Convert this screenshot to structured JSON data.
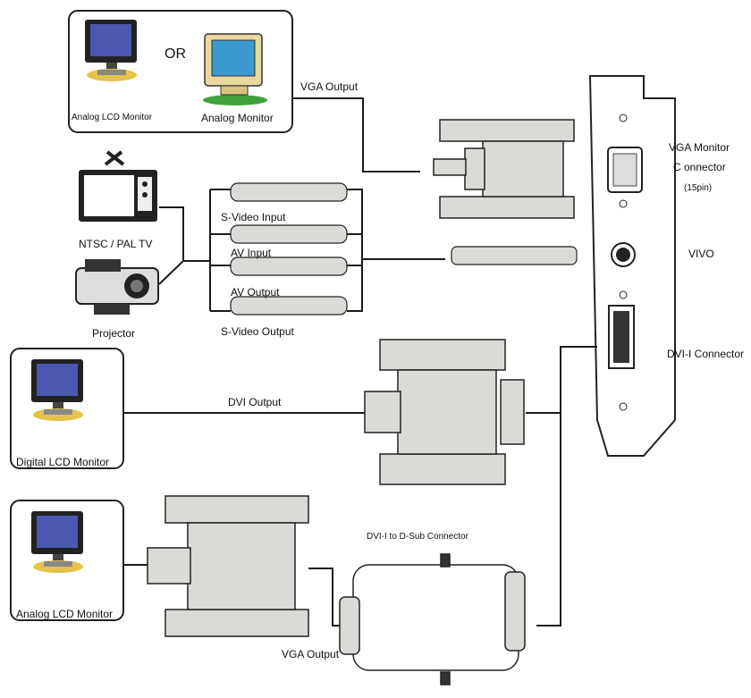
{
  "labels": {
    "analog_lcd_monitor_top": "Analog LCD Monitor",
    "or": "OR",
    "analog_monitor": "Analog Monitor",
    "vga_output_top": "VGA Output",
    "vga_monitor_connector_line1": "VGA Monitor",
    "vga_monitor_connector_line2": "C onnector",
    "vga_monitor_connector_line3": "(15pin)",
    "ntsc_pal_tv": "NTSC / PAL TV",
    "projector": "Projector",
    "s_video_input": "S-Video  Input",
    "av_input": "AV Input",
    "av_output": "AV  Output",
    "s_video_output": "S-Video Output",
    "vivo": "VIVO",
    "dvi_i_connector": "DVI-I  Connector",
    "dvi_output": "DVI Output",
    "digital_lcd_monitor": "Digital LCD Monitor",
    "dvi_to_dsub": "DVI-I  to D-Sub Connector",
    "analog_lcd_monitor_bottom": "Analog LCD Monitor",
    "vga_output_bottom": "VGA Output"
  },
  "colors": {
    "connector_fill": "#d9dcd6",
    "line": "#1a1a1a",
    "monitor_dark": "#222222",
    "monitor_screen": "#5a6cc8",
    "crt_body": "#e8d9a0",
    "crt_screen": "#3a9ad0",
    "stand_yellow": "#e6c24a",
    "base_green": "#3fa33a"
  },
  "icons": [
    "lcd-monitor-icon",
    "crt-monitor-icon",
    "tv-icon",
    "projector-icon",
    "graphics-card-bracket-icon"
  ]
}
